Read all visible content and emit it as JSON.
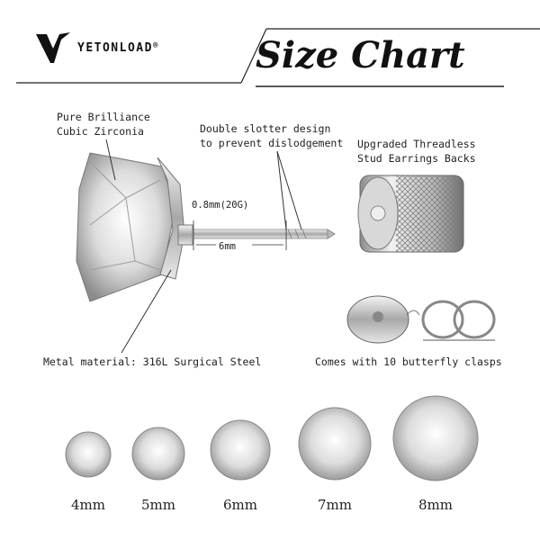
{
  "brand": {
    "name": "YETONLOAD",
    "trademark": "®"
  },
  "title": "Size Chart",
  "labels": {
    "stone_line1": "Pure Brilliance",
    "stone_line2": "Cubic Zirconia",
    "slot_line1": "Double slotter design",
    "slot_line2": "to prevent dislodgement",
    "backs_line1": "Upgraded Threadless",
    "backs_line2": "Stud Earrings Backs",
    "gauge": "0.8mm(20G)",
    "post_length": "6mm",
    "metal": "Metal material: 316L Surgical Steel",
    "clasps": "Comes with 10 butterfly clasps"
  },
  "sizes": [
    "4mm",
    "5mm",
    "6mm",
    "7mm",
    "8mm"
  ],
  "colors": {
    "ink": "#222222",
    "steel": "#9a9a9a",
    "line": "#333333"
  }
}
